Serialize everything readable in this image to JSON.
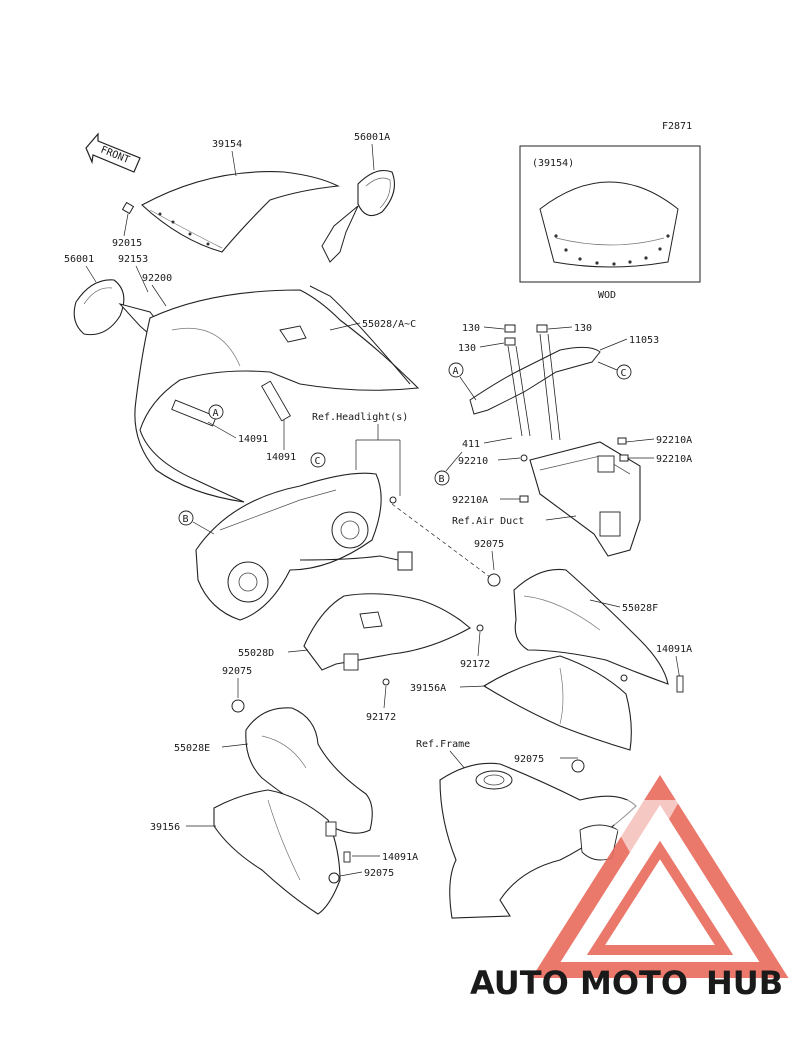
{
  "figure_code": "F2871",
  "front_label": "FRONT",
  "inset": {
    "title": "(39154)",
    "caption": "WOD"
  },
  "labels": {
    "windshield": "39154",
    "mirror_r": "56001A",
    "mirror_l": "56001",
    "screw_92015": "92015",
    "bolt_92153": "92153",
    "bolt_92200": "92200",
    "cowl_upper": "55028/A~C",
    "seal_14091_l": "14091",
    "seal_14091_c": "14091",
    "ref_headlight": "Ref.Headlight(s)",
    "bolt_130_a": "130",
    "bolt_130_b": "130",
    "bolt_130_c": "130",
    "bracket_11053": "11053",
    "bolt_411": "411",
    "nut_92210": "92210",
    "nut_92210a_1": "92210A",
    "nut_92210a_2": "92210A",
    "nut_92210a_3": "92210A",
    "ref_air_duct": "Ref.Air Duct",
    "grommet_92075_a": "92075",
    "cowl_55028f": "55028F",
    "seal_14091a_r": "14091A",
    "cowl_55028d": "55028D",
    "bolt_92172_a": "92172",
    "bolt_92172_b": "92172",
    "panel_39156a": "39156A",
    "grommet_92075_b": "92075",
    "ref_frame": "Ref.Frame",
    "grommet_92075_c": "92075",
    "cowl_55028e": "55028E",
    "panel_39156": "39156",
    "seal_14091a_l": "14091A",
    "grommet_92075_d": "92075"
  },
  "markers": {
    "A": "A",
    "B": "B",
    "C": "C"
  },
  "watermark": {
    "part1": "AUTO",
    "part2": "MOTO",
    "part3": "HUB",
    "color_auto": "#f2b46e",
    "color_moto": "#e86a5c",
    "color_hub": "#555555"
  }
}
